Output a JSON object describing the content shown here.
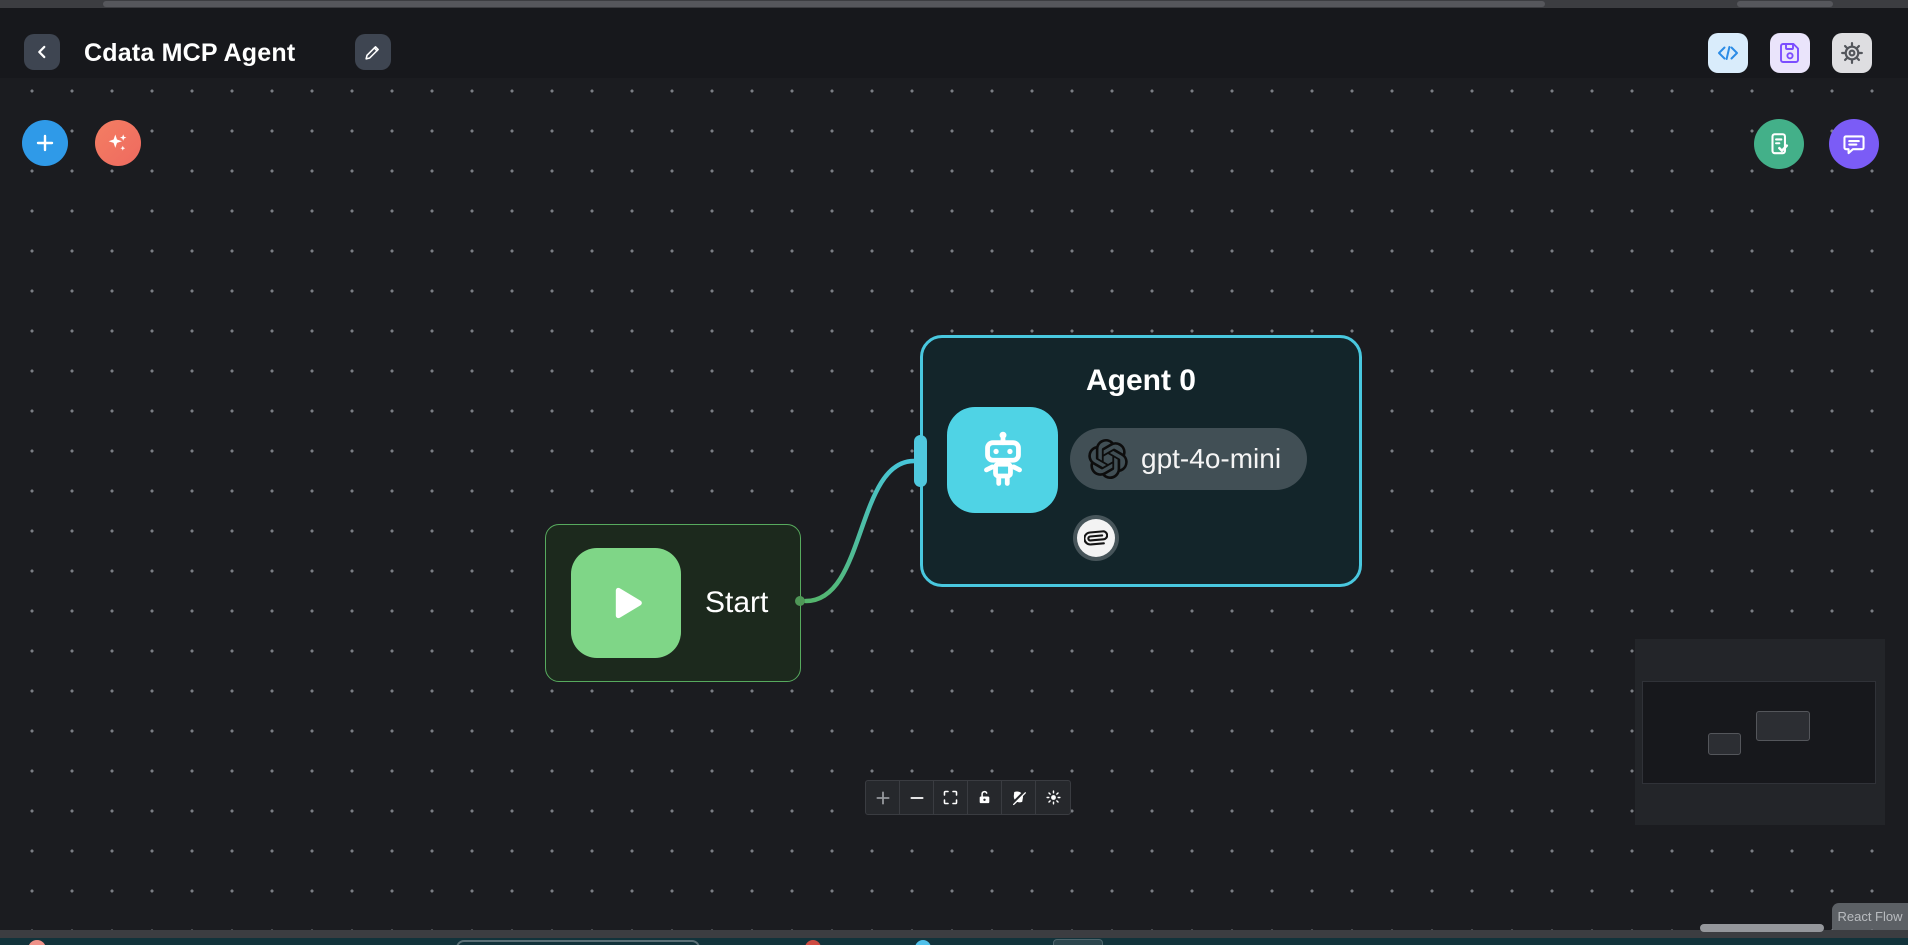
{
  "header": {
    "title": "Cdata MCP Agent",
    "back_icon": "chevron-left",
    "edit_icon": "pencil",
    "actions": [
      {
        "name": "view-code",
        "icon": "code-brackets-icon",
        "bg": "#d9ecfb",
        "fg": "#2b8ce6"
      },
      {
        "name": "save",
        "icon": "floppy-disk-icon",
        "bg": "#eae4fb",
        "fg": "#7c4dff"
      },
      {
        "name": "settings",
        "icon": "gear-icon",
        "bg": "#dedee1",
        "fg": "#53565c"
      }
    ]
  },
  "canvas": {
    "background": "#1b1c20",
    "fab_buttons": [
      {
        "name": "add-node",
        "icon": "plus-icon",
        "bg": "#2f9ae8"
      },
      {
        "name": "ai-generate",
        "icon": "sparkles-icon",
        "bg": "#ee6a60"
      },
      {
        "name": "validate-flow",
        "icon": "clipboard-check-icon",
        "bg": "#43b089"
      },
      {
        "name": "chat",
        "icon": "chat-bubble-icon",
        "bg": "#7b5cf6"
      }
    ]
  },
  "nodes": {
    "start": {
      "label": "Start",
      "icon": "play-icon",
      "border_color": "#57aa5e",
      "bg_color": "#1c291d",
      "tile_color": "#7fd687"
    },
    "agent": {
      "title": "Agent 0",
      "model": "gpt-4o-mini",
      "model_icon": "openai-logo-icon",
      "attachment_icon": "paperclip-icon",
      "icon": "robot-icon",
      "border_color": "#49c8df",
      "bg_color": "#13252a",
      "tile_color": "#4fd3e5"
    }
  },
  "edge": {
    "from": "start",
    "to": "agent",
    "gradient": [
      "#55b56b",
      "#47c6dc"
    ]
  },
  "controls": {
    "items": [
      "zoom-in",
      "zoom-out",
      "fit-view",
      "lock-open",
      "pointer-off",
      "brightness"
    ]
  },
  "minimap": {
    "attribution": "React Flow"
  }
}
